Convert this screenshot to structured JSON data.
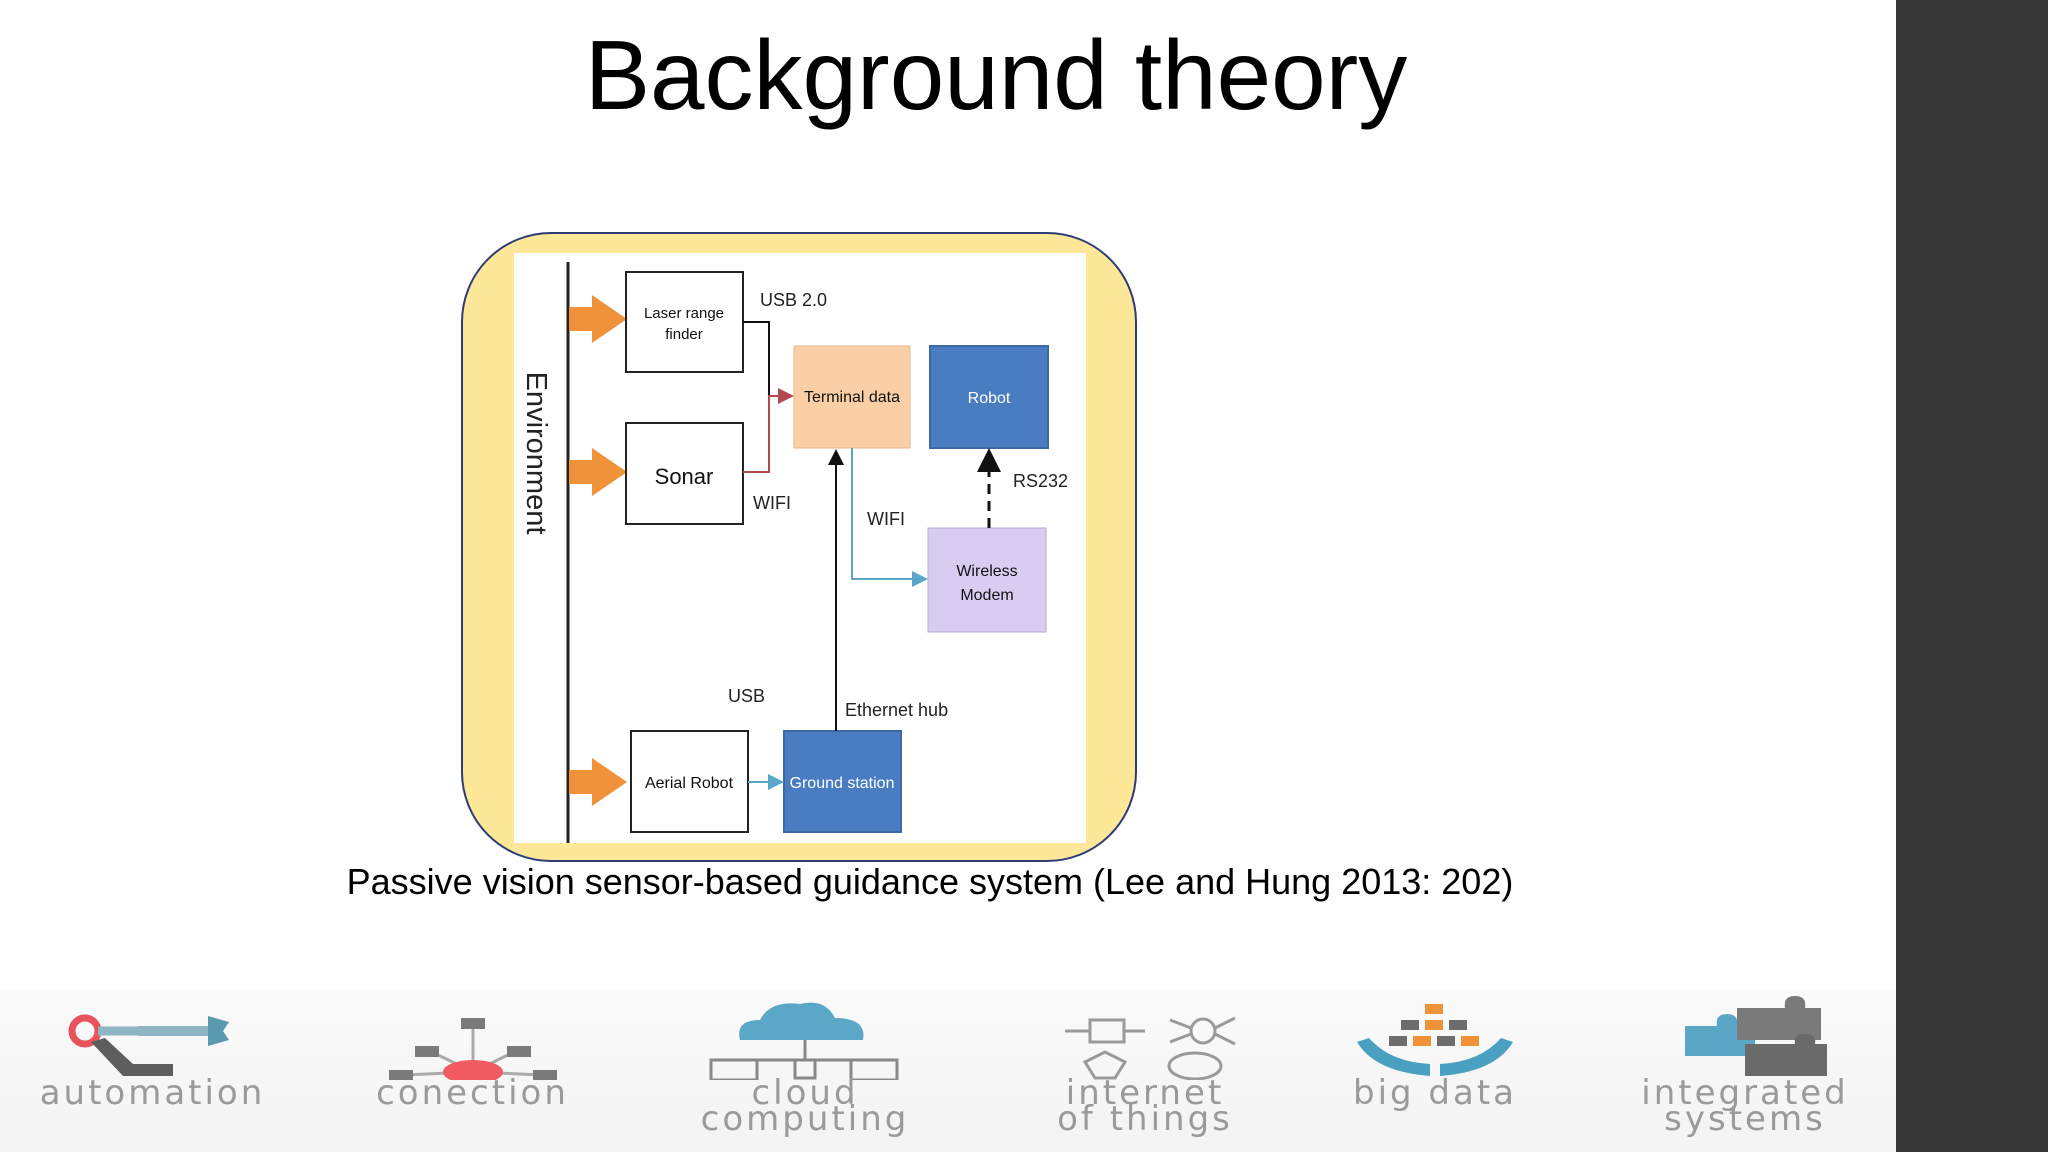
{
  "slide": {
    "title": "Background theory",
    "caption": "Passive vision sensor-based guidance system (Lee and Hung 2013: 202)"
  },
  "diagram": {
    "environment": "Environment",
    "boxes": {
      "laser_line1": "Laser range",
      "laser_line2": "finder",
      "sonar": "Sonar",
      "aerial_robot": "Aerial Robot",
      "terminal_data": "Terminal data",
      "robot": "Robot",
      "wireless_line1": "Wireless",
      "wireless_line2": "Modem",
      "ground_station": "Ground station"
    },
    "labels": {
      "usb20": "USB 2.0",
      "wifi_sonar": "WIFI",
      "wifi_terminal": "WIFI",
      "rs232": "RS232",
      "usb": "USB",
      "ethernet_hub": "Ethernet hub"
    },
    "colors": {
      "frame_fill": "#fde89a",
      "frame_border": "#2e3c74",
      "arrow_orange": "#f0923a",
      "terminal_fill": "#fbcfa6",
      "robot_fill": "#4a7cc2",
      "modem_fill": "#d8cdf0",
      "ground_fill": "#4a7cc2",
      "maroon_line": "#b14a4e",
      "teal_line": "#5aa6c6"
    }
  },
  "icon_strip": {
    "items": [
      {
        "icon": "robot-arm-icon",
        "label_line1": "automation",
        "label_line2": ""
      },
      {
        "icon": "network-nodes-icon",
        "label_line1": "conection",
        "label_line2": ""
      },
      {
        "icon": "cloud-computing-icon",
        "label_line1": "cloud",
        "label_line2": "computing"
      },
      {
        "icon": "iot-chips-icon",
        "label_line1": "internet",
        "label_line2": "of things"
      },
      {
        "icon": "big-data-hands-icon",
        "label_line1": "big data",
        "label_line2": ""
      },
      {
        "icon": "puzzle-pieces-icon",
        "label_line1": "integrated",
        "label_line2": "systems"
      }
    ]
  }
}
